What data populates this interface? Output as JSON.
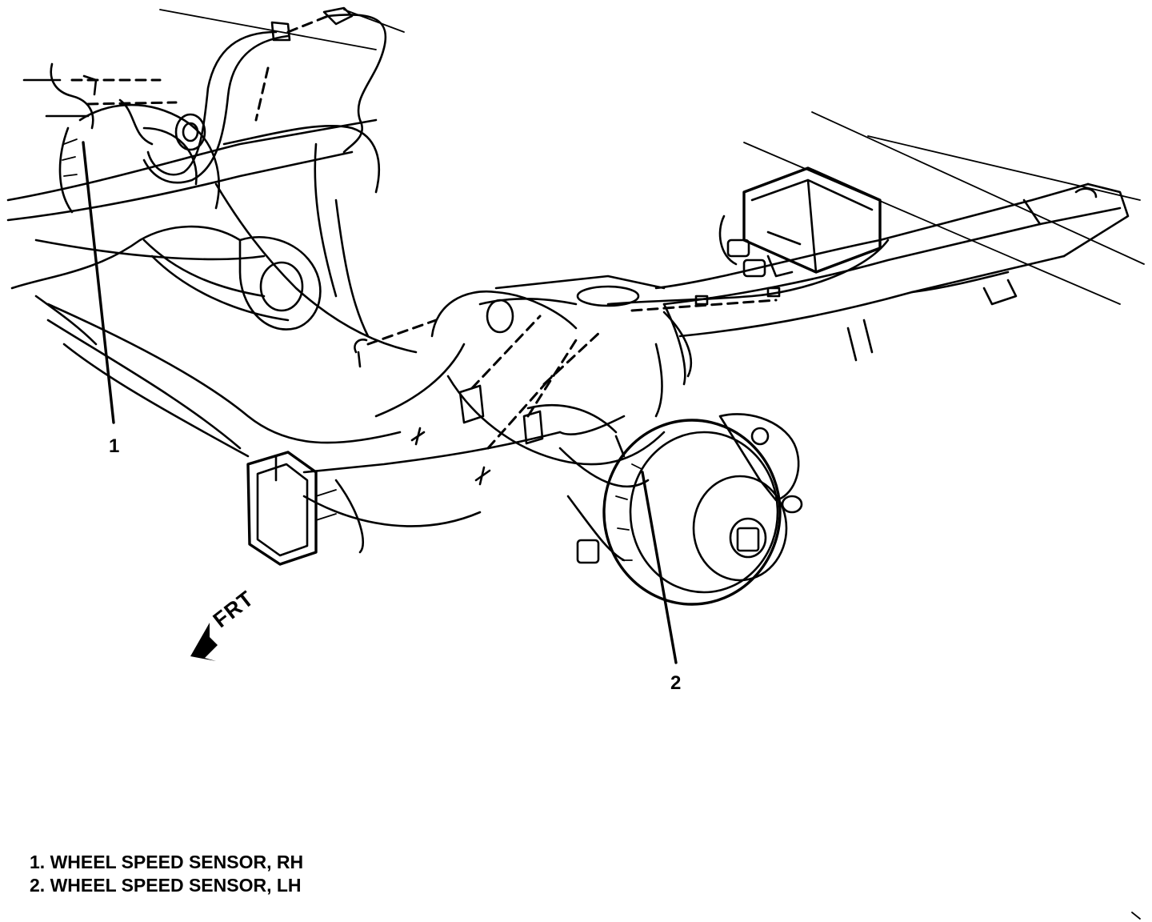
{
  "callouts": [
    {
      "number": "1"
    },
    {
      "number": "2"
    }
  ],
  "direction_label": "FRT",
  "legend": [
    {
      "text": "1. WHEEL SPEED SENSOR, RH"
    },
    {
      "text": "2. WHEEL SPEED SENSOR, LH"
    }
  ]
}
